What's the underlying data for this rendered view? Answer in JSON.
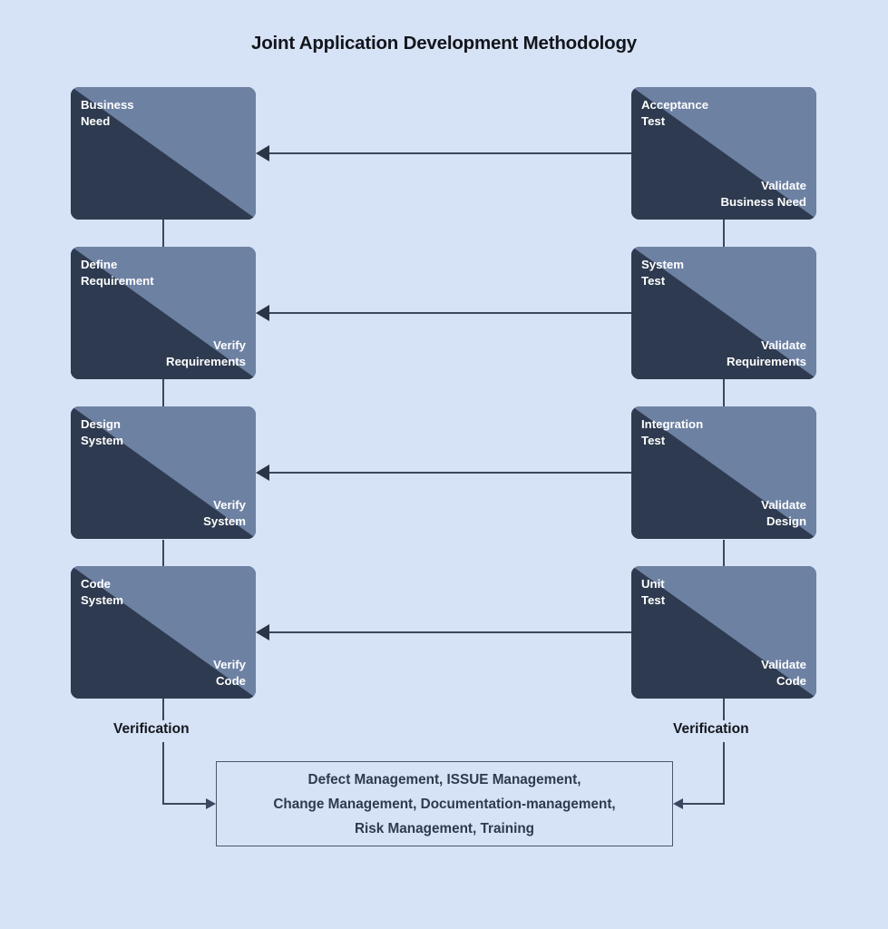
{
  "diagram": {
    "title": "Joint Application Development Methodology",
    "background_color": "#d6e2f5",
    "box_dark_color": "#2e3a4f",
    "box_light_color": "#6d81a3",
    "connector_color": "#3a475e",
    "left_column": [
      {
        "primary": "Business\nNeed",
        "secondary": ""
      },
      {
        "primary": "Define\nRequirement",
        "secondary": "Verify\nRequirements"
      },
      {
        "primary": "Design\nSystem",
        "secondary": "Verify\nSystem"
      },
      {
        "primary": "Code\nSystem",
        "secondary": "Verify\nCode"
      }
    ],
    "right_column": [
      {
        "primary": "Acceptance\nTest",
        "secondary": "Validate\nBusiness Need"
      },
      {
        "primary": "System\nTest",
        "secondary": "Validate\nRequirements"
      },
      {
        "primary": "Integration\nTest",
        "secondary": "Validate\nDesign"
      },
      {
        "primary": "Unit\nTest",
        "secondary": "Validate\nCode"
      }
    ],
    "verification_left": "Verification",
    "verification_right": "Verification",
    "support_box": "Defect Management, ISSUE Management,\nChange Management, Documentation-management,\nRisk Management, Training"
  }
}
